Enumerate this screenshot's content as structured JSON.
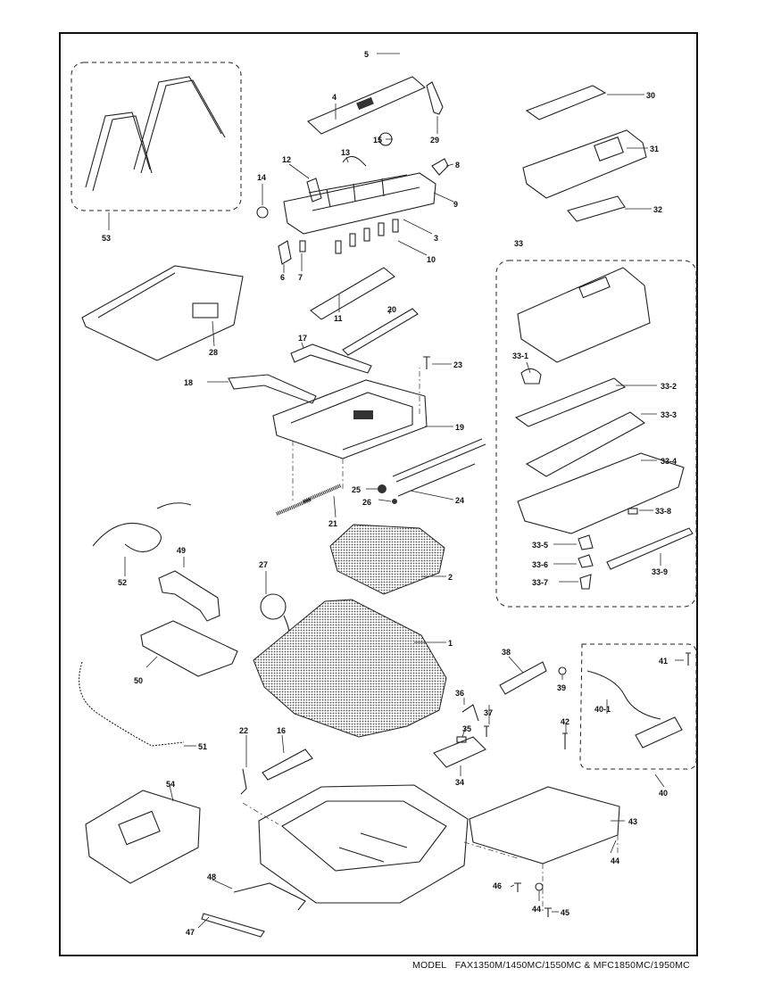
{
  "footer": {
    "model_label": "MODEL",
    "model_text": "FAX1350M/1450MC/1550MC & MFC1850MC/1950MC"
  },
  "callouts": [
    {
      "id": "p5",
      "text": "5"
    },
    {
      "id": "p4",
      "text": "4"
    },
    {
      "id": "p30",
      "text": "30"
    },
    {
      "id": "p29",
      "text": "29"
    },
    {
      "id": "p15",
      "text": "15"
    },
    {
      "id": "p31",
      "text": "31"
    },
    {
      "id": "p13",
      "text": "13"
    },
    {
      "id": "p12",
      "text": "12"
    },
    {
      "id": "p8",
      "text": "8"
    },
    {
      "id": "p9",
      "text": "9"
    },
    {
      "id": "p14",
      "text": "14"
    },
    {
      "id": "p3",
      "text": "3"
    },
    {
      "id": "p32",
      "text": "32"
    },
    {
      "id": "p53",
      "text": "53"
    },
    {
      "id": "p6",
      "text": "6"
    },
    {
      "id": "p7",
      "text": "7"
    },
    {
      "id": "p10",
      "text": "10"
    },
    {
      "id": "p33",
      "text": "33"
    },
    {
      "id": "p11",
      "text": "11"
    },
    {
      "id": "p20",
      "text": "20"
    },
    {
      "id": "p28",
      "text": "28"
    },
    {
      "id": "p17",
      "text": "17"
    },
    {
      "id": "p23",
      "text": "23"
    },
    {
      "id": "p33_1",
      "text": "33-1"
    },
    {
      "id": "p18",
      "text": "18"
    },
    {
      "id": "p33_2",
      "text": "33-2"
    },
    {
      "id": "p19",
      "text": "19"
    },
    {
      "id": "p33_3",
      "text": "33-3"
    },
    {
      "id": "p33_4",
      "text": "33-4"
    },
    {
      "id": "p25",
      "text": "25"
    },
    {
      "id": "p26",
      "text": "26"
    },
    {
      "id": "p24",
      "text": "24"
    },
    {
      "id": "p21",
      "text": "21"
    },
    {
      "id": "p33_8",
      "text": "33-8"
    },
    {
      "id": "p52",
      "text": "52"
    },
    {
      "id": "p49",
      "text": "49"
    },
    {
      "id": "p27",
      "text": "27"
    },
    {
      "id": "p2",
      "text": "2"
    },
    {
      "id": "p33_5",
      "text": "33-5"
    },
    {
      "id": "p33_6",
      "text": "33-6"
    },
    {
      "id": "p33_9",
      "text": "33-9"
    },
    {
      "id": "p33_7",
      "text": "33-7"
    },
    {
      "id": "p1",
      "text": "1"
    },
    {
      "id": "p38",
      "text": "38"
    },
    {
      "id": "p41",
      "text": "41"
    },
    {
      "id": "p50",
      "text": "50"
    },
    {
      "id": "p39",
      "text": "39"
    },
    {
      "id": "p40_1",
      "text": "40-1"
    },
    {
      "id": "p36",
      "text": "36"
    },
    {
      "id": "p37",
      "text": "37"
    },
    {
      "id": "p42",
      "text": "42"
    },
    {
      "id": "p35",
      "text": "35"
    },
    {
      "id": "p22",
      "text": "22"
    },
    {
      "id": "p16",
      "text": "16"
    },
    {
      "id": "p51",
      "text": "51"
    },
    {
      "id": "p34",
      "text": "34"
    },
    {
      "id": "p40",
      "text": "40"
    },
    {
      "id": "p54",
      "text": "54"
    },
    {
      "id": "p43",
      "text": "43"
    },
    {
      "id": "p44a",
      "text": "44"
    },
    {
      "id": "p48",
      "text": "48"
    },
    {
      "id": "p46",
      "text": "46"
    },
    {
      "id": "p44b",
      "text": "44"
    },
    {
      "id": "p45",
      "text": "45"
    },
    {
      "id": "p47",
      "text": "47"
    }
  ]
}
